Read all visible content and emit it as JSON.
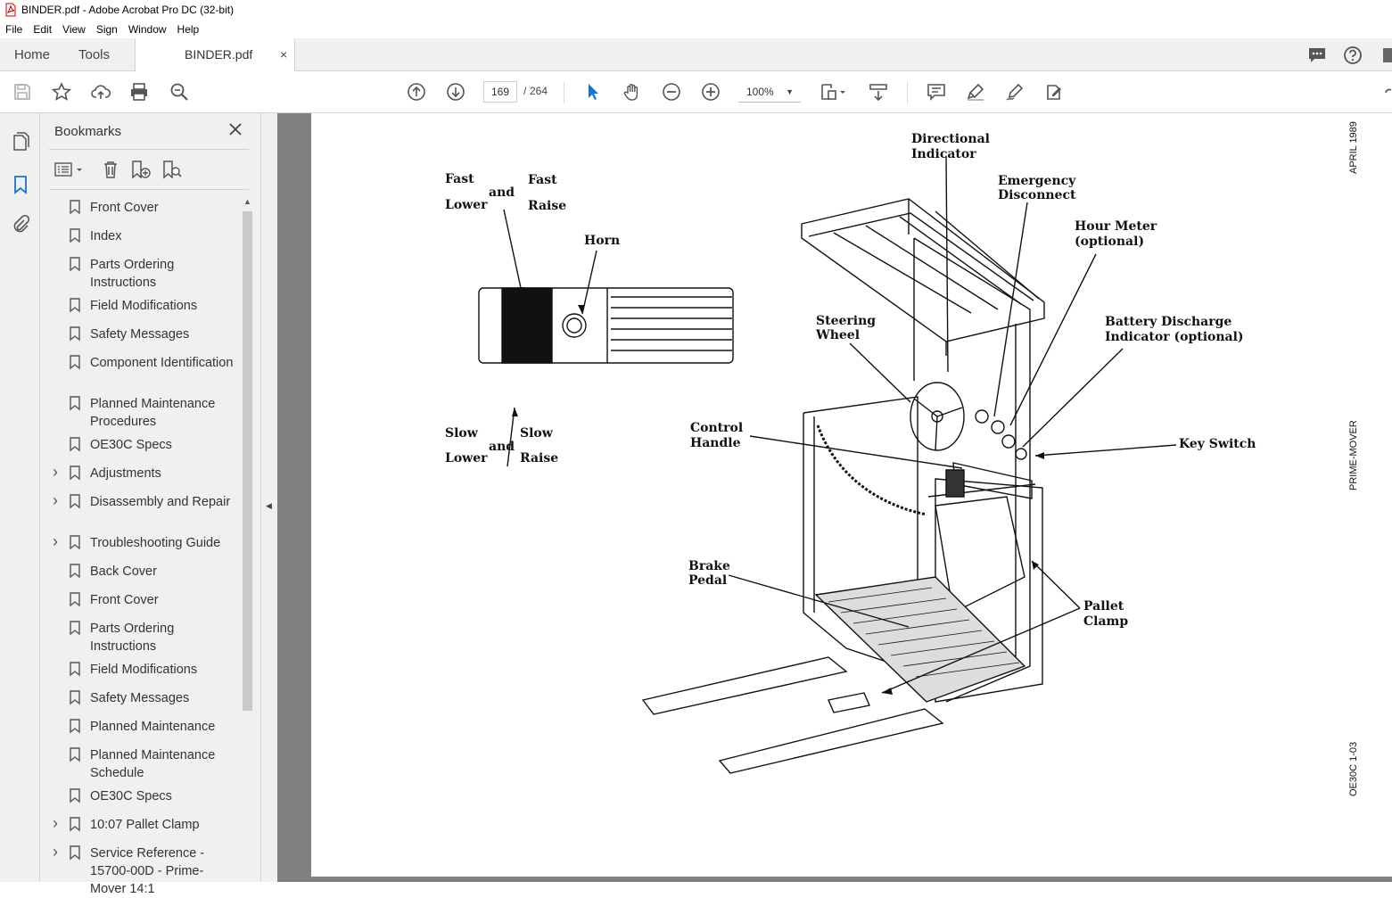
{
  "window": {
    "title": "BINDER.pdf - Adobe Acrobat Pro DC (32-bit)"
  },
  "menu": [
    "File",
    "Edit",
    "View",
    "Sign",
    "Window",
    "Help"
  ],
  "tabs": {
    "home": "Home",
    "tools": "Tools",
    "document": "BINDER.pdf",
    "close": "×"
  },
  "toolbar": {
    "current_page": "169",
    "separator": "/",
    "total_pages": "264",
    "zoom": "100%"
  },
  "bookmarks": {
    "title": "Bookmarks",
    "items": [
      {
        "label": "Front Cover",
        "expandable": false
      },
      {
        "label": "Index",
        "expandable": false
      },
      {
        "label": "Parts Ordering Instructions",
        "expandable": false
      },
      {
        "label": "Field Modifications",
        "expandable": false
      },
      {
        "label": "Safety Messages",
        "expandable": false
      },
      {
        "label": "Component Identification",
        "expandable": false
      },
      {
        "label": "Planned Maintenance Procedures",
        "expandable": false
      },
      {
        "label": "OE30C Specs",
        "expandable": false
      },
      {
        "label": "Adjustments",
        "expandable": true
      },
      {
        "label": "Disassembly and Repair",
        "expandable": true
      },
      {
        "label": "Troubleshooting Guide",
        "expandable": true
      },
      {
        "label": "Back Cover",
        "expandable": false
      },
      {
        "label": "Front Cover",
        "expandable": false
      },
      {
        "label": "Parts Ordering Instructions",
        "expandable": false
      },
      {
        "label": "Field Modifications",
        "expandable": false
      },
      {
        "label": "Safety Messages",
        "expandable": false
      },
      {
        "label": "Planned Maintenance",
        "expandable": false
      },
      {
        "label": "Planned Maintenance Schedule",
        "expandable": false
      },
      {
        "label": "OE30C Specs",
        "expandable": false
      },
      {
        "label": "10:07 Pallet Clamp",
        "expandable": true
      },
      {
        "label": "Service Reference - 15700-00D - Prime-Mover 14:1",
        "expandable": true
      }
    ]
  },
  "document_page": {
    "side_top": "APRIL 1989",
    "side_middle": "PRIME-MOVER",
    "side_bottom": "OE30C 1-03",
    "labels": {
      "fast": "Fast",
      "fast_and": "and",
      "fast_lower": "Lower",
      "fast_raise_1": "Fast",
      "fast_raise_2": "Raise",
      "horn": "Horn",
      "slow_1": "Slow",
      "slow_and": "and",
      "slow_lower": "Lower",
      "slow_raise_1": "Slow",
      "slow_raise_2": "Raise",
      "directional_1": "Directional",
      "directional_2": "Indicator",
      "emergency_1": "Emergency",
      "emergency_2": "Disconnect",
      "hour_meter_1": "Hour Meter",
      "hour_meter_2": "(optional)",
      "battery_1": "Battery Discharge",
      "battery_2": "Indicator (optional)",
      "steering_1": "Steering",
      "steering_2": "Wheel",
      "control_1": "Control",
      "control_2": "Handle",
      "key_switch": "Key Switch",
      "brake_1": "Brake",
      "brake_2": "Pedal",
      "pallet_1": "Pallet",
      "pallet_2": "Clamp"
    }
  }
}
